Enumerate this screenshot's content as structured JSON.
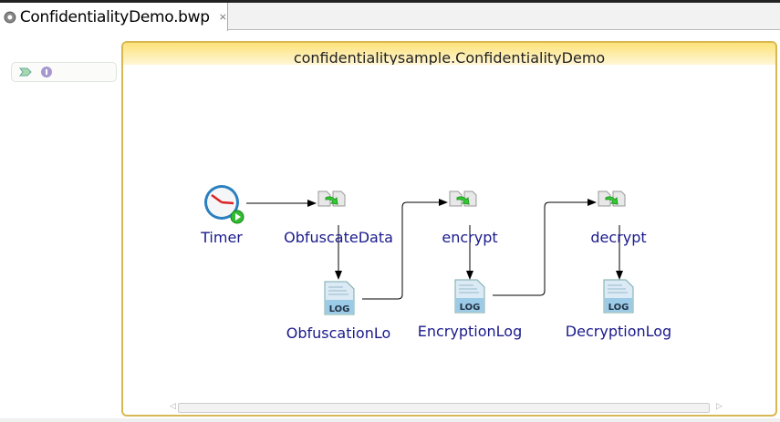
{
  "tab": {
    "title": "ConfidentialityDemo.bwp",
    "close": "⨯"
  },
  "pool": {
    "title": "confidentialitysample.ConfidentialityDemo"
  },
  "nodes": {
    "timer": "Timer",
    "obfuscate": "ObfuscateData",
    "encrypt": "encrypt",
    "decrypt": "decrypt",
    "obfuscation_log": "ObfuscationLo",
    "encryption_log": "EncryptionLog",
    "decryption_log": "DecryptionLog"
  },
  "log_badge": "LOG"
}
